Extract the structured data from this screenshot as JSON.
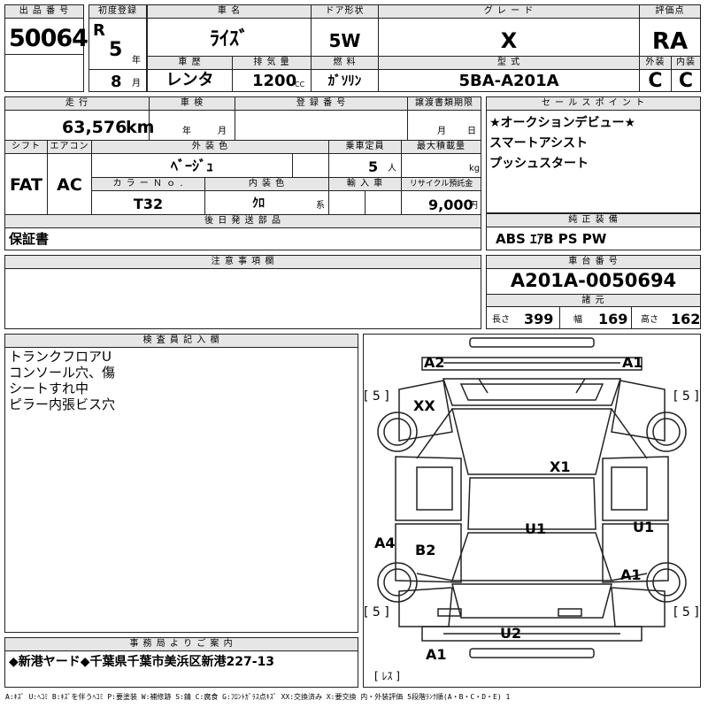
{
  "header": {
    "lot_label": "出 品 番 号",
    "lot_no": "50064",
    "first_reg_label": "初度登録",
    "era": "R",
    "year": "5",
    "year_unit": "年",
    "month": "8",
    "month_unit": "月",
    "car_name_label": "車 名",
    "car_name": "ﾗｲｽﾞ",
    "door_label": "ドア形状",
    "door": "5W",
    "grade_label": "グ レ ー ド",
    "grade": "X",
    "score_label": "評価点",
    "score": "RA",
    "history_label": "車 歴",
    "history": "レンタ",
    "displacement_label": "排 気 量",
    "displacement": "1200",
    "displacement_unit": "CC",
    "fuel_label": "燃 料",
    "fuel": "ｶﾞｿﾘﾝ",
    "model_label": "型 式",
    "model": "5BA-A201A",
    "ext_label": "外装",
    "ext": "C",
    "int_label": "内装",
    "int": "C"
  },
  "row2": {
    "mileage_label": "走 行",
    "mileage": "63,576",
    "mileage_unit": "km",
    "inspection_label": "車 検",
    "inspection_year": "年",
    "inspection_month": "月",
    "reg_label": "登 録 番 号",
    "transfer_label": "譲渡書類期限",
    "transfer_month": "月",
    "transfer_day": "日",
    "shift_label": "シフト",
    "shift": "FAT",
    "ac_label": "エアコン",
    "ac": "AC",
    "ext_color_label": "外 装 色",
    "ext_color": "ﾍﾞｰｼﾞｭ",
    "capacity_label": "乗車定員",
    "capacity": "5",
    "capacity_unit": "人",
    "load_label": "最大積載量",
    "load_unit": "kg",
    "color_no_label": "カ ラ ー Ｎ ｏ .",
    "color_no": "T32",
    "int_color_label": "内 装 色",
    "int_color": "ｸﾛ",
    "int_color_unit": "系",
    "import_label": "輸 入 車",
    "recycle_label": "リサイクル預託金",
    "recycle": "9,000",
    "recycle_unit": "円",
    "later_label": "後 日 発 送 部 品",
    "later": "保証書"
  },
  "sales": {
    "label": "セ ー ル ス ポ イ ン ト",
    "lines": [
      "★オークションデビュー★",
      "スマートアシスト",
      "プッシュスタート"
    ]
  },
  "equipment": {
    "label": "純 正 装 備",
    "value": "ABS ｴｱB PS PW"
  },
  "notes": {
    "label": "注 意 事 項 欄"
  },
  "chassis": {
    "label": "車 台 番 号",
    "value": "A201A-0050694",
    "spec_label": "諸 元",
    "length_label": "長さ",
    "length": "399",
    "width_label": "幅",
    "width": "169",
    "height_label": "高さ",
    "height": "162"
  },
  "inspector": {
    "label": "検 査 員 記 入 欄",
    "lines": [
      "トランクフロアU",
      "コンソール穴、傷",
      "シートすれ中",
      "ピラー内張ビス穴"
    ]
  },
  "diagram": {
    "marks": {
      "a2": "A2",
      "a1_top": "A1",
      "xx": "XX",
      "x1": "X1",
      "a4": "A4",
      "b2": "B2",
      "u1_center": "U1",
      "u1_right": "U1",
      "a1_right": "A1",
      "u2": "U2",
      "a1_bottom": "A1"
    },
    "tires": {
      "front_left": "[ 5 ]",
      "front_right": "[ 5 ]",
      "rear_left": "[ 5 ]",
      "rear_right": "[ 5 ]",
      "spare": "[ ﾚｽ ]"
    }
  },
  "office": {
    "label": "事 務 局 よ り ご 案 内",
    "text": "◆新港ヤード◆千葉県千葉市美浜区新港227-13"
  },
  "legend": "A:ｷｽﾞ U:ﾍｺﾐ B:ｷｽﾞを伴うﾍｺﾐ P:要塗装 W:補修跡 S:錆 C:腐食 G:ﾌﾛﾝﾄｶﾞﾗｽ点ｷｽﾞ XX:交換済み X:要交換 内・外装評価 5段階ﾗﾝｸ順(A・B・C・D・E) 1"
}
